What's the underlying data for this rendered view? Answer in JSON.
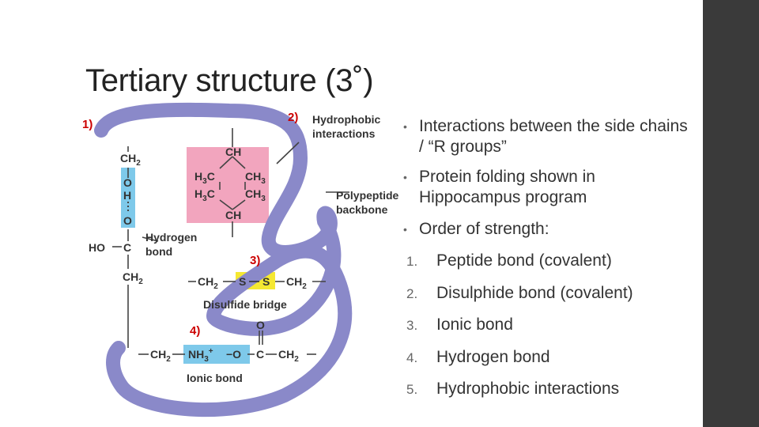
{
  "slide": {
    "title": "Tertiary structure (3˚)",
    "bullets": [
      "Interactions between the side chains / “R groups”",
      "Protein folding shown in Hippocampus program",
      "Order of strength:"
    ],
    "strength_list": [
      {
        "num": "1.",
        "text": "Peptide bond (covalent)"
      },
      {
        "num": "2.",
        "text": "Disulphide bond (covalent)"
      },
      {
        "num": "3.",
        "text": "Ionic bond"
      },
      {
        "num": "4.",
        "text": "Hydrogen bond"
      },
      {
        "num": "5.",
        "text": "Hydrophobic interactions"
      }
    ]
  },
  "diagram": {
    "markers": {
      "m1": "1)",
      "m2": "2)",
      "m3": "3)",
      "m4": "4)"
    },
    "labels": {
      "hydrophobic_1": "Hydrophobic",
      "hydrophobic_2": "interactions",
      "backbone_1": "Polypeptide",
      "backbone_2": "backbone",
      "hydrogen_1": "Hydrogen",
      "hydrogen_2": "bond",
      "disulfide": "Disulfide bridge",
      "ionic": "Ionic bond"
    },
    "chem": {
      "ch2": "CH",
      "sub2": "2",
      "sub3": "3",
      "ch": "CH",
      "h3c": "H",
      "h3c_c": "C",
      "ch3": "CH",
      "o": "O",
      "h": "H",
      "c": "C",
      "ho": "HO",
      "s": "S",
      "nh": "NH",
      "plus": "+",
      "minus_o": "−O"
    },
    "colors": {
      "backbone": "#8a89c9",
      "hydrophobic_box": "#f2a5be",
      "disulfide_box": "#f5e832",
      "ionic_box": "#7ec9ea",
      "hbond_box": "#7ec9ea",
      "marker": "#cc0000"
    }
  }
}
